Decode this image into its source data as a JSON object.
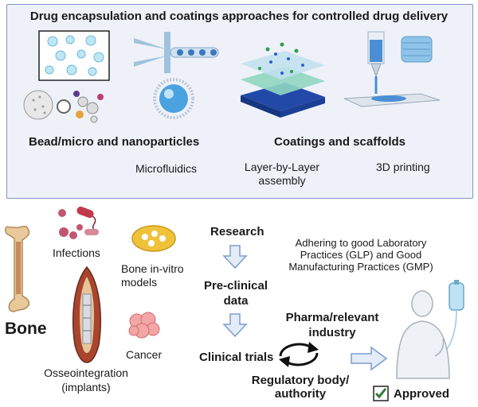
{
  "top_panel": {
    "title": "Drug encapsulation and coatings approaches for controlled drug delivery",
    "bead_heading": "Bead/micro and nanoparticles",
    "coatings_heading": "Coatings and scaffolds",
    "microfluidics": "Microfluidics",
    "lbl_line1": "Layer-by-Layer",
    "lbl_line2": "assembly",
    "printing": "3D printing"
  },
  "bottom": {
    "bone": "Bone",
    "infections": "Infections",
    "invitro_line1": "Bone in-vitro",
    "invitro_line2": "models",
    "cancer": "Cancer",
    "osseo_line1": "Osseointegration",
    "osseo_line2": "(implants)",
    "research": "Research",
    "glp_line1": "Adhering to good Laboratory",
    "glp_line2": "Practices (GLP) and Good",
    "glp_line3": "Manufacturing Practices (GMP)",
    "preclinical_line1": "Pre-clinical",
    "preclinical_line2": "data",
    "pharma_line1": "Pharma/relevant",
    "pharma_line2": "industry",
    "clinical": "Clinical trials",
    "regulatory_line1": "Regulatory body/",
    "regulatory_line2": "authority",
    "approved": "Approved"
  },
  "colors": {
    "panel_bg": "#eef1f8",
    "panel_border": "#7f93c4",
    "arrow_fill": "#e4ecf7",
    "arrow_stroke": "#7d9bcf",
    "check_green": "#2e7d32"
  }
}
